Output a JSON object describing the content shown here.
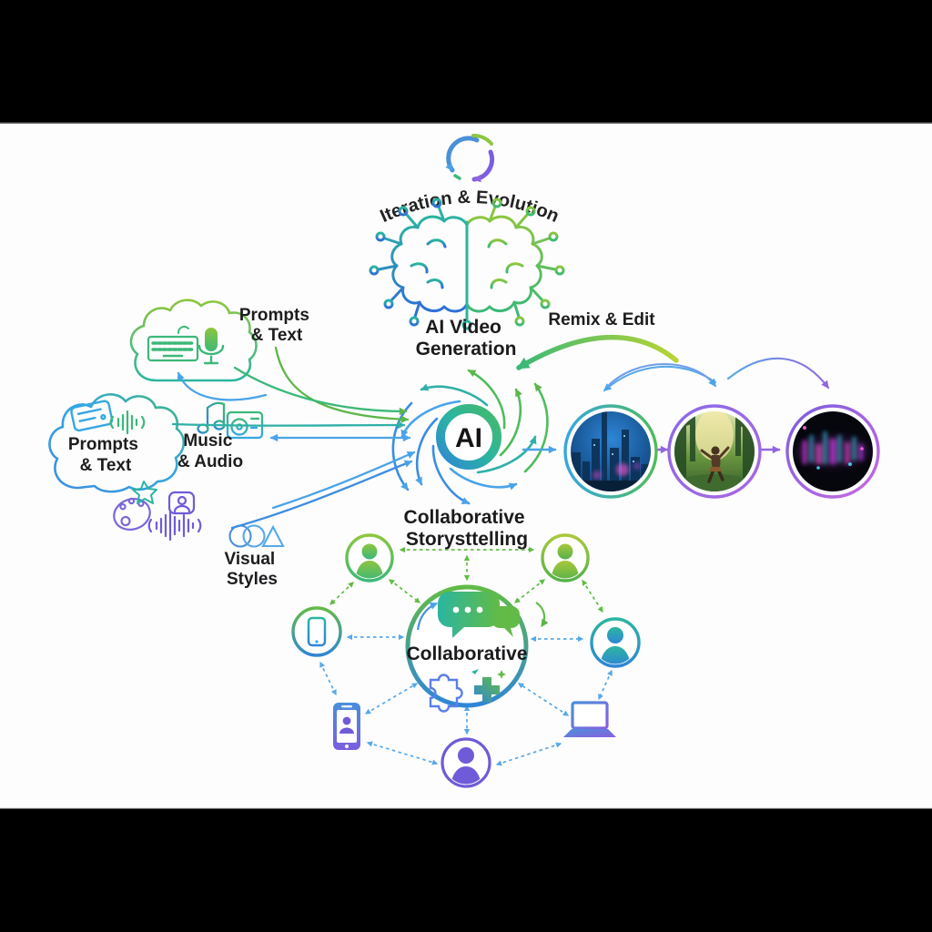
{
  "iteration": {
    "label": "Iteration & Evolution",
    "icon": "cycle-arrows-icon"
  },
  "brain": {
    "icon": "ai-brain-icon"
  },
  "ai_hub": {
    "title_line1": "AI Video",
    "title_line2": "Generation",
    "core_label": "AI"
  },
  "inputs": {
    "prompts_text_top": {
      "line1": "Prompts",
      "line2": "& Text"
    },
    "prompts_text_cloud": {
      "line1": "Prompts",
      "line2": "& Text"
    },
    "music_audio": {
      "line1": "Music",
      "line2": "& Audio"
    },
    "visual_styles": {
      "line1": "Visual",
      "line2": "Styles"
    }
  },
  "remix": {
    "label": "Remix & Edit"
  },
  "frames": {
    "frame1": "futuristic-city-thumbnail",
    "frame2": "forest-character-thumbnail",
    "frame3": "neon-lights-thumbnail"
  },
  "collaboration": {
    "title_line1": "Collaborative",
    "title_line2": "Storysttelling",
    "center_label": "Collaborative"
  },
  "colors": {
    "green": "#62bb46",
    "teal": "#2bb5a0",
    "blue": "#2f86d6",
    "light_blue": "#57a8e8",
    "purple": "#7b5ee0",
    "text": "#1d1d1f",
    "letterbox": "#000000",
    "canvas": "#fdfdfd"
  }
}
